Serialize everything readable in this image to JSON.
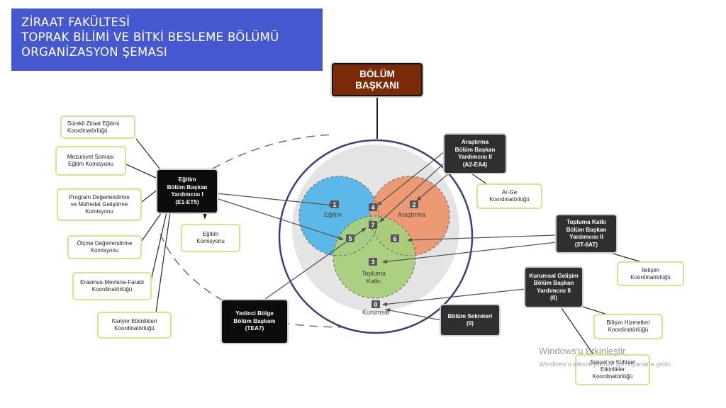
{
  "title": {
    "line1": "ZİRAAT FAKÜLTESİ",
    "line2": "TOPRAK BİLİMİ VE BİTKİ BESLEME BÖLÜMÜ",
    "line3": "ORGANİZASYON ŞEMASI"
  },
  "head": {
    "line1": "BÖLÜM",
    "line2": "BAŞKANI"
  },
  "venn": {
    "egitim": "Eğitim",
    "arastirma": "Araştırma",
    "toplumaKatki1": "Topluma",
    "toplumaKatki2": "Katkı",
    "kurumsal": "Kurumsal",
    "n1": "1",
    "n2": "2",
    "n3": "3",
    "n4": "4",
    "n5": "5",
    "n6": "6",
    "n7": "7",
    "n0": "0"
  },
  "roles": {
    "egitimYrd": {
      "l1": "Eğitim",
      "l2": "Bölüm Başkan",
      "l3": "Yardımcısı I",
      "l4": "(E1-ET5)"
    },
    "arastirmaYrd": {
      "l1": "Araştırma",
      "l2": "Bölüm Başkan",
      "l3": "Yardımcısı II",
      "l4": "(A2-EA4)"
    },
    "toplumaYrd": {
      "l1": "Topluma Katkı",
      "l2": "Bölüm Başkan",
      "l3": "Yardımcısı II",
      "l4": "(3T-6AT)"
    },
    "kurumsalYrd": {
      "l1": "Kurumsal Gelişim",
      "l2": "Bölüm Başkan",
      "l3": "Yardımcısı II",
      "l4": "(0)"
    },
    "yedinci": {
      "l1": "Yedinci Bölge",
      "l2": "Bölüm Başkanı",
      "l3": "(TEA7)"
    },
    "sekreter": {
      "l1": "Bölüm Sekreteri",
      "l2": "(0)"
    }
  },
  "committees": {
    "surekli": {
      "l1": "Sürekli Ziraat Eğitimi",
      "l2": "Koordinatörlüğü"
    },
    "mezuniyet": {
      "l1": "Mezuniyet Sonrası",
      "l2": "Eğitim Komisyonu"
    },
    "program": {
      "l1": "Program Değerlendirme",
      "l2": "ve Müfredat Geliştirme",
      "l3": "Komisyonu"
    },
    "olcme": {
      "l1": "Ölçme Değerlendirme",
      "l2": "Komisyonu"
    },
    "erasmus": {
      "l1": "Erasmus-Mevlana-Farabi",
      "l2": "Koordinatörlüğü"
    },
    "kariyer": {
      "l1": "Kariyer Etkinlikleri",
      "l2": "Koordinatörlüğü"
    },
    "egitimKom": {
      "l1": "Eğitim",
      "l2": "Komisyonu"
    },
    "arge": {
      "l1": "Ar-Ge",
      "l2": "Koordinatörlüğü"
    },
    "iletisim": {
      "l1": "İletişim",
      "l2": "Koordinatörlüğü"
    },
    "bilisim": {
      "l1": "Bilişim Hizmetleri",
      "l2": "Koordinatörlüğü"
    },
    "sosyal": {
      "l1": "Sosyal ve Kültürel",
      "l2": "Etkinlikler",
      "l3": "Koordinatörlüğü"
    }
  },
  "watermark": {
    "line1": "Windows'u Etkinleştir",
    "line2": "Windows'u etkinleştirmek için Ayarlar'a gidin."
  },
  "colors": {
    "titleBg": "#4658cf",
    "head": "#7a2a07",
    "egitim": "#5bb8e8",
    "arastirma": "#ec9a73",
    "topluma": "#a9cf7c",
    "committeeBorder": "#c6ec8a"
  }
}
